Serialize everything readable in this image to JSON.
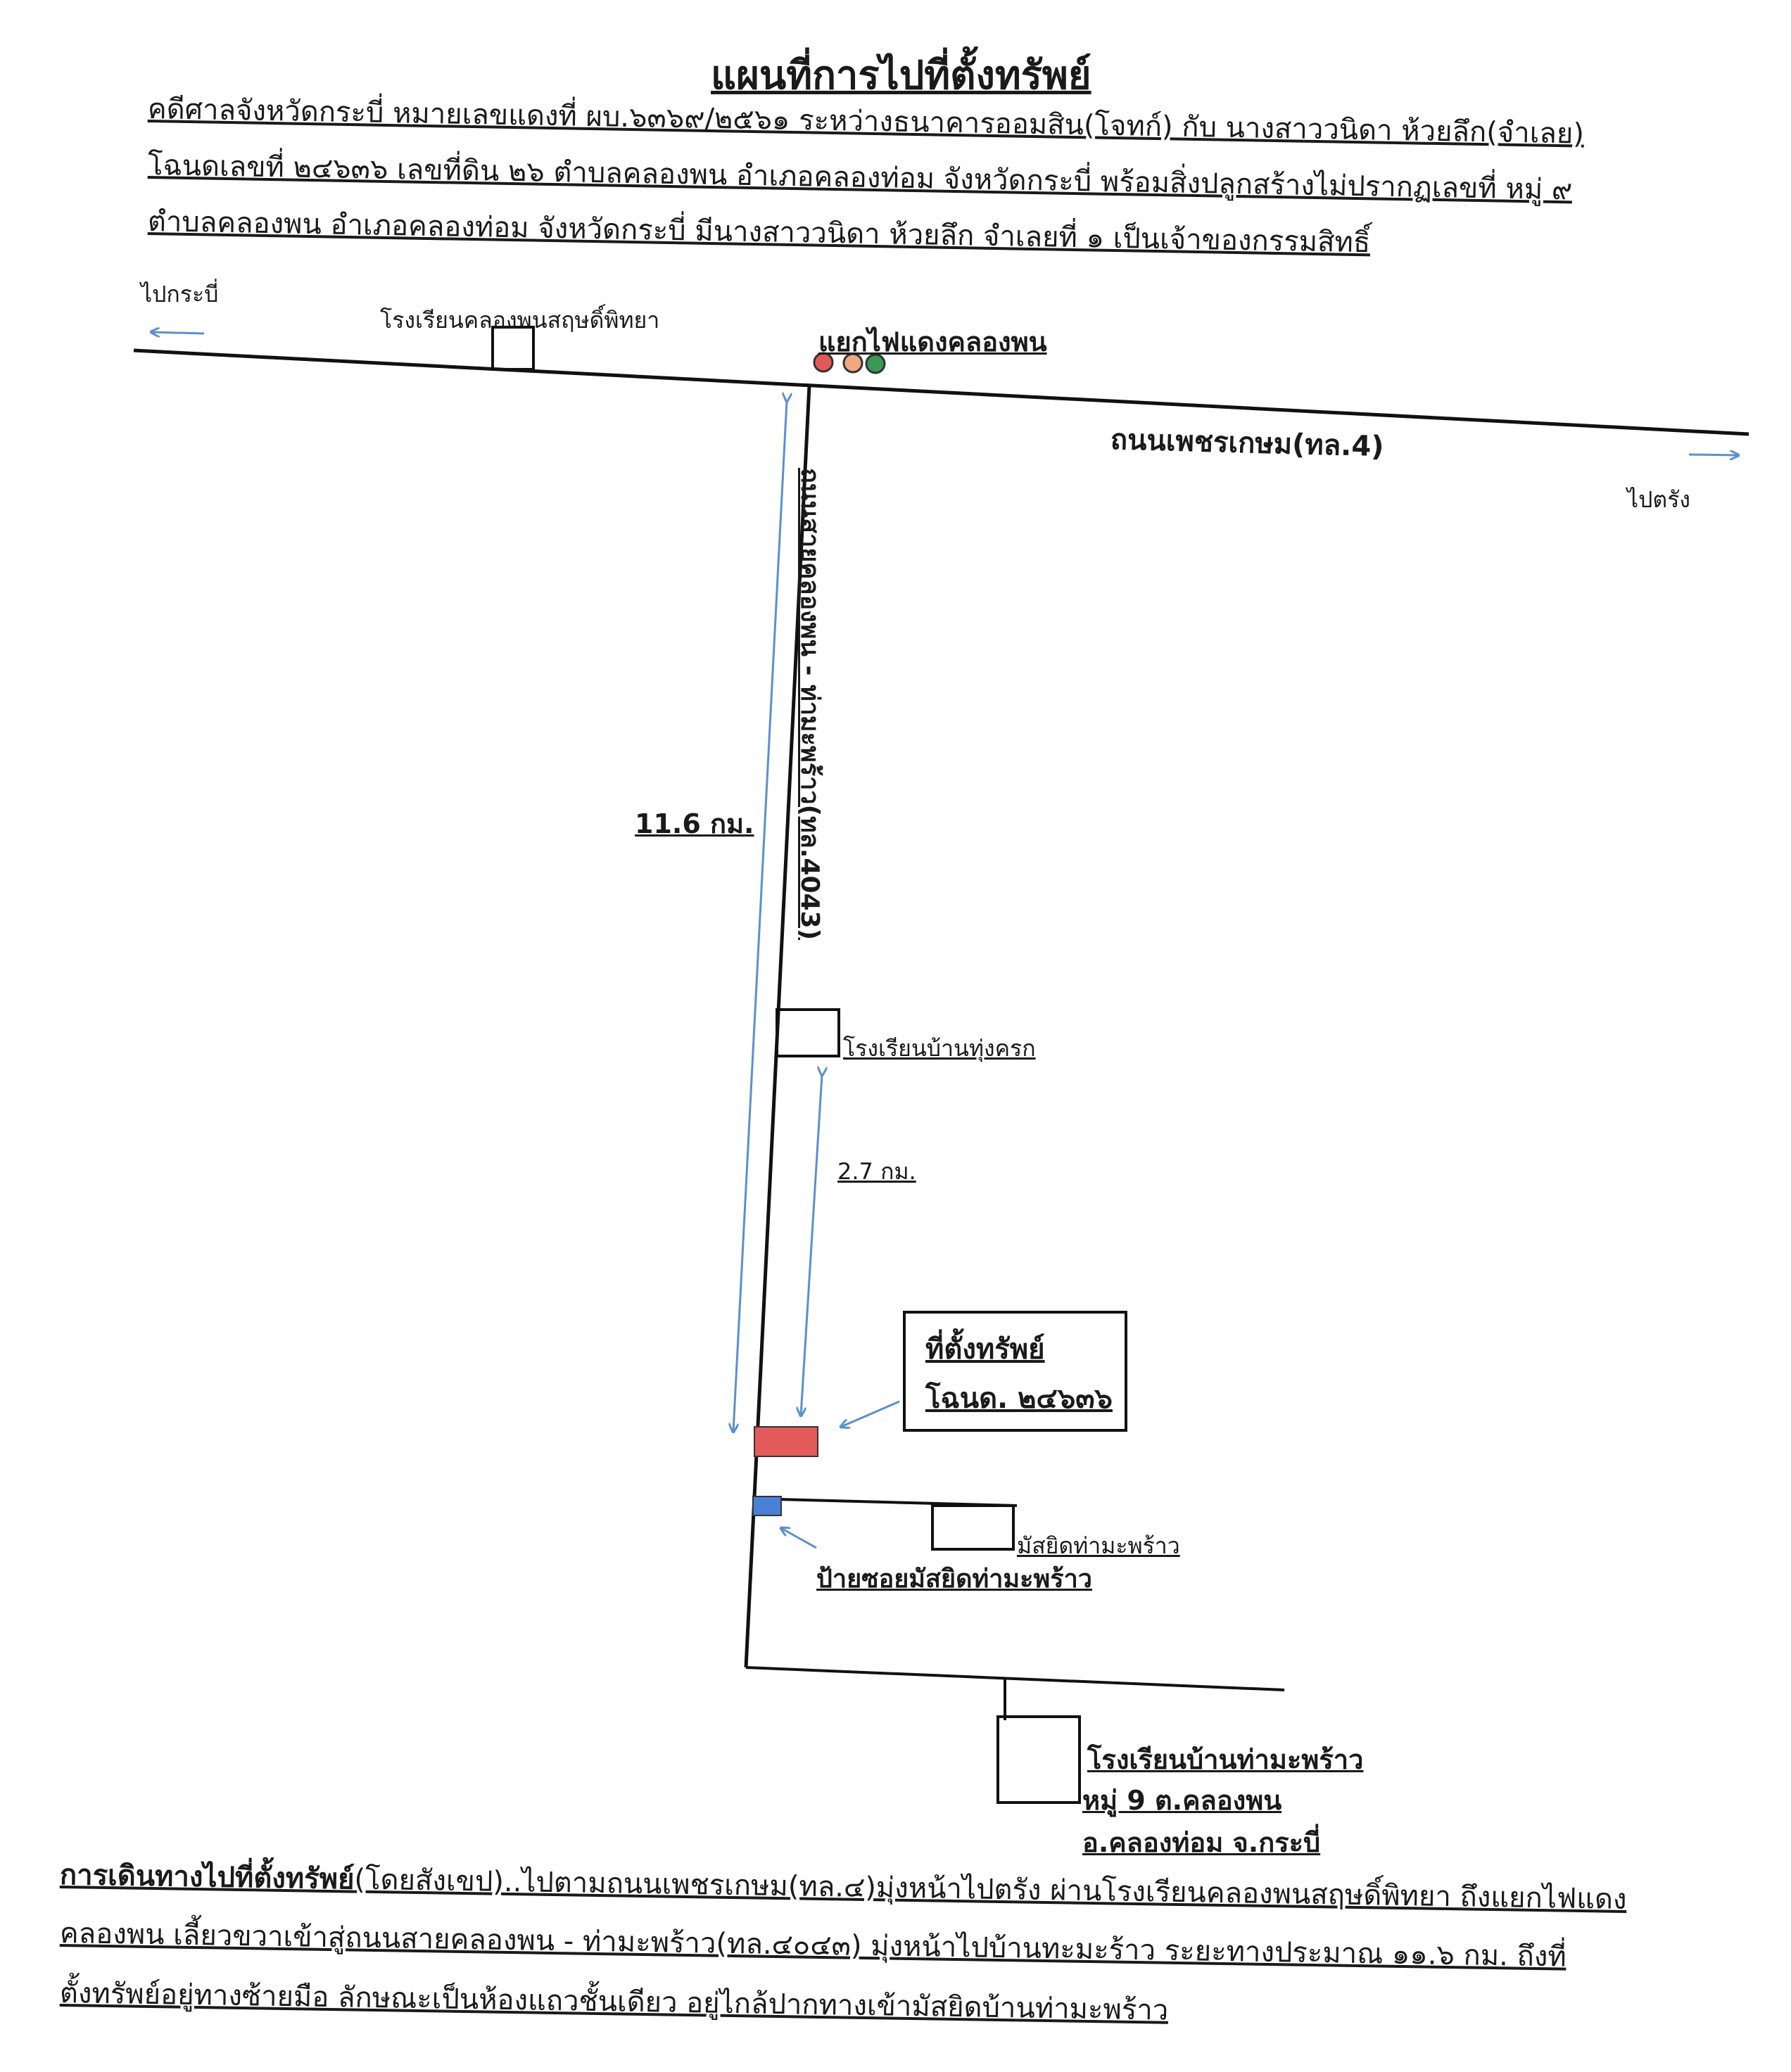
{
  "title": "แผนที่การไปที่ตั้งทรัพย์",
  "header_lines": [
    "คดีศาลจังหวัดกระบี่ หมายเลขแดงที่ ผบ.๖๓๖๙/๒๕๖๑ ระหว่างธนาคารออมสิน(โจทก์) กับ นางสาววนิดา ห้วยลึก(จำเลย)",
    "โฉนดเลขที่ ๒๔๖๓๖ เลขที่ดิน ๒๖ ตำบลคลองพน อำเภอคลองท่อม จังหวัดกระบี่ พร้อมสิ่งปลูกสร้างไม่ปรากฏเลขที่ หมู่ ๙",
    "ตำบลคลองพน อำเภอคลองท่อม จังหวัดกระบี่ มีนางสาววนิดา ห้วยลึก จำเลยที่ ๑ เป็นเจ้าของกรรมสิทธิ์"
  ],
  "map": {
    "to_krabi": "ไปกระบี่",
    "to_trang": "ไปตรัง",
    "school_khlong_phon": "โรงเรียนคลองพนสฤษดิ์พิทยา",
    "junction": "แยกไฟแดงคลองพน",
    "highway": "ถนนเพชรเกษม(ทล.4)",
    "side_road": "ถนนสายคลองพน - ท่ามะพร้าว(ทล.4043)",
    "distance_total": "11.6 กม.",
    "school_thung_khrok": "โรงเรียนบ้านทุ่งครก",
    "distance_short": "2.7 กม.",
    "property_line1": "ที่ตั้งทรัพย์",
    "property_line2": "โฉนด. ๒๔๖๓๖",
    "mosque": "มัสยิดท่ามะพร้าว",
    "mosque_sign": "ป้ายซอยมัสยิดท่ามะพร้าว",
    "school_tha_maphrao_1": "โรงเรียนบ้านท่ามะพร้าว",
    "school_tha_maphrao_2": "หมู่ 9 ต.คลองพน",
    "school_tha_maphrao_3": "อ.คลองท่อม จ.กระบี่",
    "traffic_light_colors": [
      "#e05a5a",
      "#f0a882",
      "#3a9a55"
    ],
    "property_color": "#e35b5b",
    "sign_color": "#4a7fd6",
    "arrow_color": "#5b8fd0"
  },
  "directions": [
    "การเดินทางไปที่ตั้งทรัพย์(โดยสังเขป)..ไปตามถนนเพชรเกษม(ทล.๔)มุ่งหน้าไปตรัง  ผ่านโรงเรียนคลองพนสฤษดิ์พิทยา ถึงแยกไฟแดง",
    "คลองพน เลี้ยวขวาเข้าสู่ถนนสายคลองพน - ท่ามะพร้าว(ทล.๔๐๔๓) มุ่งหน้าไปบ้านทะมะร้าว ระยะทางประมาณ ๑๑.๖ กม. ถึงที่",
    "ตั้งทรัพย์อยู่ทางซ้ายมือ ลักษณะเป็นห้องแถวชั้นเดียว อยู่ไกล้ปากทางเข้ามัสยิดบ้านท่ามะพร้าว"
  ]
}
